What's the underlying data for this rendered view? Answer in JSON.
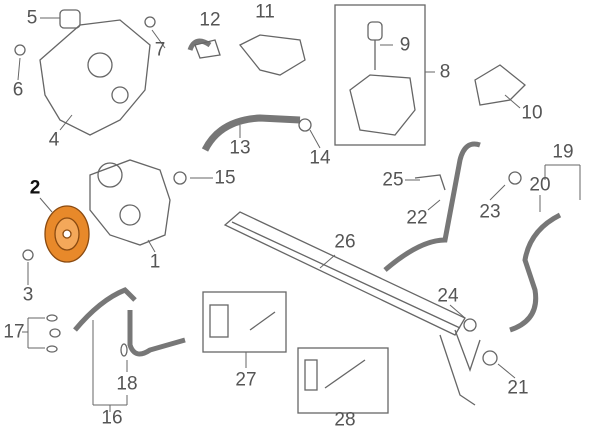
{
  "callouts": [
    "1",
    "2",
    "3",
    "4",
    "5",
    "6",
    "7",
    "8",
    "9",
    "10",
    "11",
    "12",
    "13",
    "14",
    "15",
    "16",
    "17",
    "18",
    "19",
    "20",
    "21",
    "22",
    "23",
    "24",
    "25",
    "26",
    "27",
    "28"
  ],
  "colors": {
    "highlight": "#e8892a",
    "line": "#666666",
    "text": "#555555"
  }
}
